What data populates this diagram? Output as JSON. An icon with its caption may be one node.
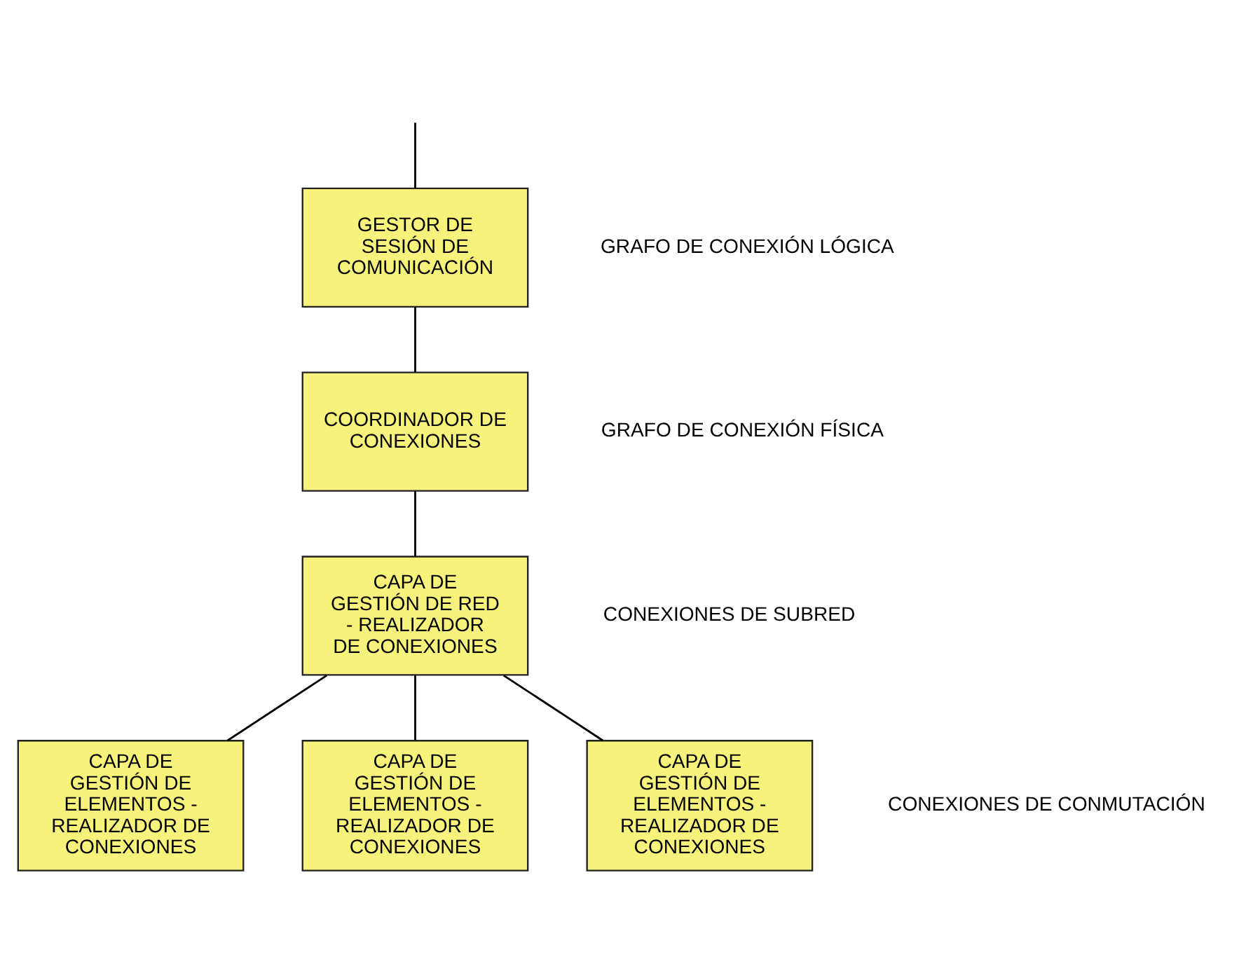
{
  "diagram": {
    "nodes": [
      {
        "text": [
          "GESTOR DE SESIÓN DE COMUNICACIÓN"
        ]
      },
      {
        "text": [
          "COORDINADOR DE CONEXIONES"
        ]
      },
      {
        "text": [
          "CAPA DE GESTIÓN DE RED - REALIZADOR DE CONEXIONES"
        ]
      },
      {
        "text": [
          "CAPA DE GESTIÓN DE ELEMENTOS - REALIZADOR DE CONEXIONES"
        ]
      },
      {
        "text": [
          "CAPA DE GESTIÓN DE ELEMENTOS - REALIZADOR DE CONEXIONES"
        ]
      },
      {
        "text": [
          "CAPA DE GESTIÓN DE ELEMENTOS - REALIZADOR DE CONEXIONES"
        ]
      }
    ],
    "edges": [
      {
        "from": null,
        "to": 0,
        "arrow": "none"
      },
      {
        "from": 0,
        "to": 1,
        "arrow": "none"
      },
      {
        "from": 1,
        "to": 2,
        "arrow": "none"
      },
      {
        "from": 2,
        "to": 3,
        "arrow": "none"
      },
      {
        "from": 2,
        "to": 4,
        "arrow": "none"
      },
      {
        "from": 2,
        "to": 5,
        "arrow": "none"
      }
    ],
    "labels": [
      "GRAFO DE CONEXIÓN LÓGICA",
      "GRAFO DE CONEXIÓN FÍSICA",
      "CONEXIONES DE SUBRED",
      "CONEXIONES DE CONMUTACIÓN"
    ]
  }
}
